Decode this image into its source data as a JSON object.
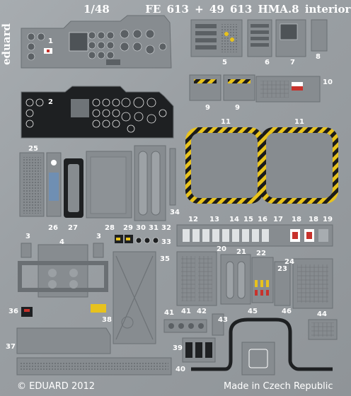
{
  "header": {
    "scale": "1/48",
    "title": "FE 613 + 49 613 HMA.8 interior"
  },
  "brand": "eduard",
  "footer": {
    "copyright": "© EDUARD 2012",
    "origin": "Made in Czech Republic"
  },
  "part_numbers": [
    "1",
    "2",
    "3",
    "3",
    "4",
    "5",
    "6",
    "7",
    "8",
    "9",
    "9",
    "10",
    "11",
    "11",
    "12",
    "13",
    "14",
    "15",
    "16",
    "17",
    "18",
    "18",
    "19",
    "20",
    "21",
    "22",
    "23",
    "24",
    "25",
    "26",
    "27",
    "28",
    "29",
    "30",
    "31",
    "32",
    "33",
    "34",
    "35",
    "36",
    "37",
    "38",
    "39",
    "40",
    "41",
    "41",
    "42",
    "43",
    "44",
    "45",
    "46"
  ],
  "colors": {
    "fret": "#9ba0a4",
    "panel": "#878c90",
    "panel_dark": "#1e2022",
    "hazard_yellow": "#e7c21d",
    "text": "#ffffff",
    "red": "#c8322c"
  }
}
